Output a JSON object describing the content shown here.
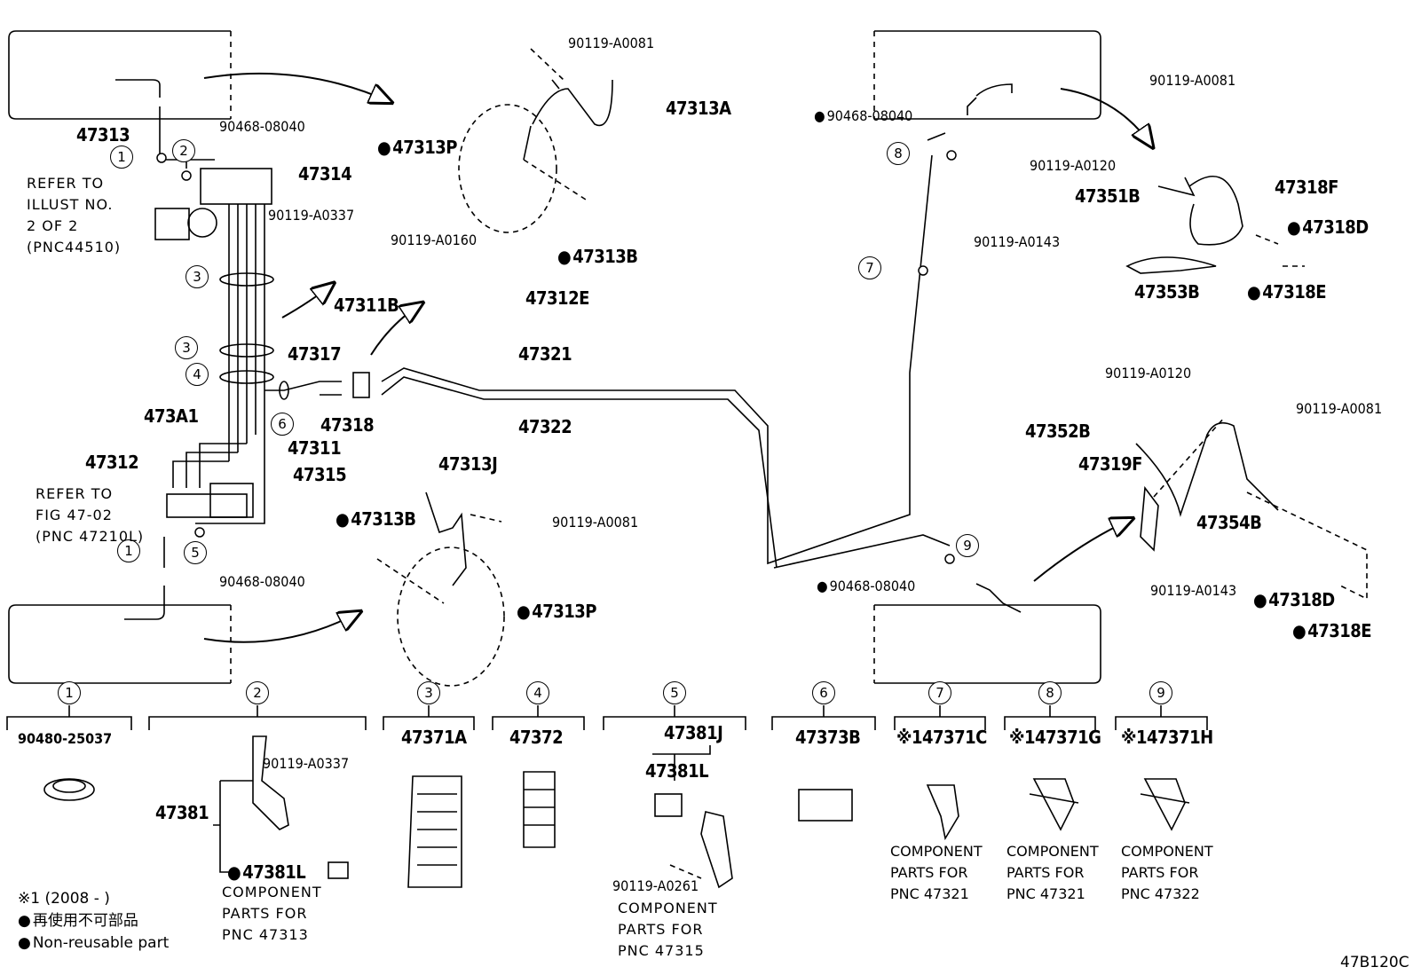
{
  "figure_id": "47B120C",
  "left_refer": "REFER TO\nILLUST NO.\n2 OF 2\n(PNC44510)",
  "left_refer2": "REFER TO\nFIG 47-02\n(PNC 47210L)",
  "legend": {
    "date_range": "※1 (2008 -       )",
    "nonreusable_jp": "再使用不可部品",
    "nonreusable_en": "Non-reusable part"
  },
  "labels": {
    "p47313": "47313",
    "p90468_a": "90468-08040",
    "p47314": "47314",
    "p90119_A0337_a": "90119-A0337",
    "p47311B": "47311B",
    "p47317": "47317",
    "p47318": "47318",
    "p473A1": "473A1",
    "p47311": "47311",
    "p47312": "47312",
    "p47315": "47315",
    "p90468_b": "90468-08040",
    "p90119_A0081_a": "90119-A0081",
    "p47313A": "47313A",
    "p47313P_a": "47313P",
    "p47313B_a": "47313B",
    "p90119_A0160": "90119-A0160",
    "p47312E": "47312E",
    "p47321": "47321",
    "p47322": "47322",
    "p47313J": "47313J",
    "p47313B_b": "47313B",
    "p90119_A0081_b": "90119-A0081",
    "p47313P_b": "47313P",
    "p90468_c": "90468-08040",
    "p90119_A0081_c": "90119-A0081",
    "p90119_A0120_a": "90119-A0120",
    "p47351B": "47351B",
    "p47318F": "47318F",
    "p90119_A0143_a": "90119-A0143",
    "p47318D_a": "47318D",
    "p47353B": "47353B",
    "p47318E_a": "47318E",
    "p90119_A0120_b": "90119-A0120",
    "p90119_A0081_d": "90119-A0081",
    "p47352B": "47352B",
    "p47319F": "47319F",
    "p47354B": "47354B",
    "p90119_A0143_b": "90119-A0143",
    "p47318D_b": "47318D",
    "p47318E_b": "47318E",
    "p90468_d": "90468-08040"
  },
  "callouts": [
    "1",
    "2",
    "3",
    "3",
    "4",
    "6",
    "1",
    "5",
    "8",
    "7",
    "9"
  ],
  "groups": [
    {
      "num": "1",
      "part": "90480-25037"
    },
    {
      "num": "2",
      "part": "47381",
      "sub1": "90119-A0337",
      "sub2": "47381L",
      "caption": "COMPONENT\nPARTS FOR\nPNC 47313"
    },
    {
      "num": "3",
      "part": "47371A"
    },
    {
      "num": "4",
      "part": "47372"
    },
    {
      "num": "5",
      "part": "47381J",
      "sub1": "47381L",
      "sub2": "90119-A0261",
      "caption": "COMPONENT\nPARTS FOR\nPNC 47315"
    },
    {
      "num": "6",
      "part": "47373B"
    },
    {
      "num": "7",
      "part": "※147371C",
      "caption": "COMPONENT\nPARTS FOR\nPNC 47321"
    },
    {
      "num": "8",
      "part": "※147371G",
      "caption": "COMPONENT\nPARTS FOR\nPNC 47321"
    },
    {
      "num": "9",
      "part": "※147371H",
      "caption": "COMPONENT\nPARTS FOR\nPNC 47322"
    }
  ]
}
